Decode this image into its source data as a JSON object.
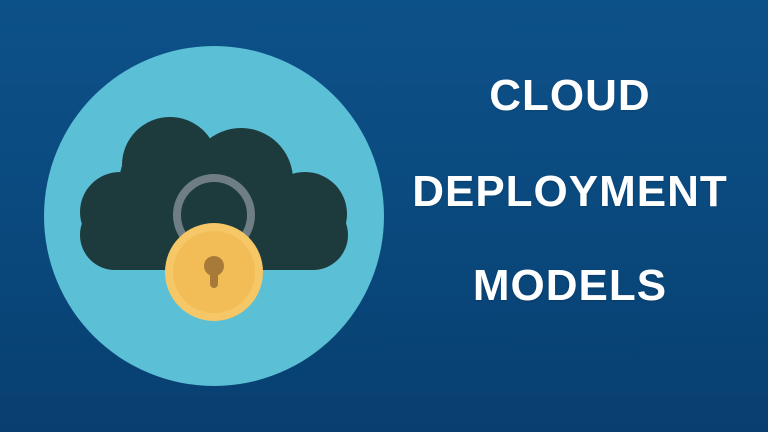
{
  "title": {
    "line1": "CLOUD",
    "line2": "DEPLOYMENT",
    "line3": "MODELS"
  },
  "colors": {
    "background_top": "#0d5189",
    "background_bottom": "#083f70",
    "circle": "#5bbfd6",
    "cloud": "#1d3b3c",
    "lock_shackle": "#6f7d84",
    "lock_body": "#f6c766",
    "lock_inner": "#f2bd56",
    "keyhole": "#a87a3a",
    "text": "#ffffff"
  },
  "icons": {
    "main": "cloud-lock-icon"
  }
}
